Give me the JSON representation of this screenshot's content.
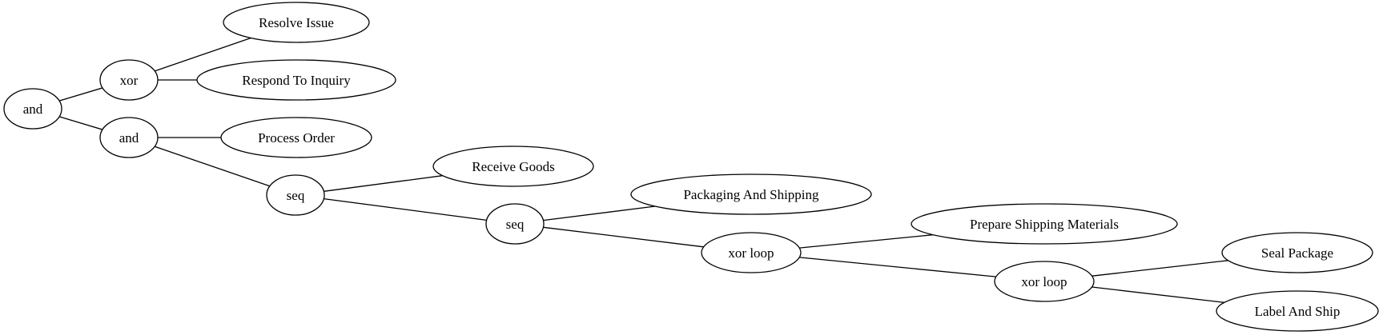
{
  "nodes": [
    {
      "id": "n1",
      "label": "and"
    },
    {
      "id": "n2",
      "label": "xor"
    },
    {
      "id": "n3",
      "label": "Resolve Issue"
    },
    {
      "id": "n4",
      "label": "Respond To Inquiry"
    },
    {
      "id": "n5",
      "label": "and"
    },
    {
      "id": "n6",
      "label": "Process Order"
    },
    {
      "id": "n7",
      "label": "seq"
    },
    {
      "id": "n8",
      "label": "Receive Goods"
    },
    {
      "id": "n9",
      "label": "seq"
    },
    {
      "id": "n10",
      "label": "Packaging And Shipping"
    },
    {
      "id": "n11",
      "label": "xor loop"
    },
    {
      "id": "n12",
      "label": "Prepare Shipping Materials"
    },
    {
      "id": "n13",
      "label": "xor loop"
    },
    {
      "id": "n14",
      "label": "Seal Package"
    },
    {
      "id": "n15",
      "label": "Label And Ship"
    }
  ],
  "edges": [
    {
      "from": "n1",
      "to": "n2"
    },
    {
      "from": "n1",
      "to": "n5"
    },
    {
      "from": "n2",
      "to": "n3"
    },
    {
      "from": "n2",
      "to": "n4"
    },
    {
      "from": "n5",
      "to": "n6"
    },
    {
      "from": "n5",
      "to": "n7"
    },
    {
      "from": "n7",
      "to": "n8"
    },
    {
      "from": "n7",
      "to": "n9"
    },
    {
      "from": "n9",
      "to": "n10"
    },
    {
      "from": "n9",
      "to": "n11"
    },
    {
      "from": "n11",
      "to": "n12"
    },
    {
      "from": "n11",
      "to": "n13"
    },
    {
      "from": "n13",
      "to": "n14"
    },
    {
      "from": "n13",
      "to": "n15"
    }
  ]
}
